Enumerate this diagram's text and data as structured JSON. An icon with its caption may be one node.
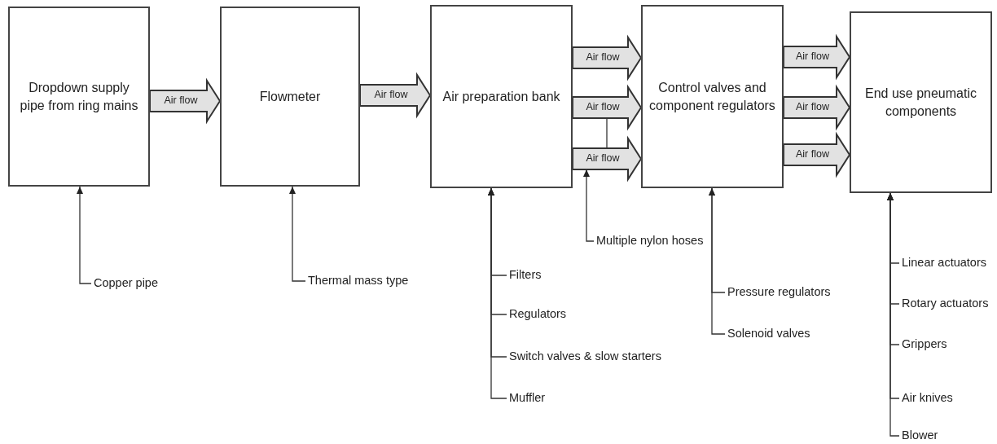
{
  "diagram": {
    "nodes": [
      {
        "text": [
          "Dropdown supply pipe from ring mains"
        ]
      },
      {
        "text": [
          "Flowmeter"
        ]
      },
      {
        "text": [
          "Air preparation bank"
        ]
      },
      {
        "text": [
          "Control valves and component regulators"
        ]
      },
      {
        "text": [
          "End use pneumatic components"
        ]
      },
      {
        "text": [
          "Copper pipe"
        ]
      },
      {
        "text": [
          "Thermal mass type"
        ]
      },
      {
        "text": [
          "Filters"
        ]
      },
      {
        "text": [
          "Regulators"
        ]
      },
      {
        "text": [
          "Switch valves & slow starters"
        ]
      },
      {
        "text": [
          "Muffler"
        ]
      },
      {
        "text": [
          "Multiple nylon hoses"
        ]
      },
      {
        "text": [
          "Pressure regulators"
        ]
      },
      {
        "text": [
          "Solenoid valves"
        ]
      },
      {
        "text": [
          "Linear actuators"
        ]
      },
      {
        "text": [
          "Rotary actuators"
        ]
      },
      {
        "text": [
          "Grippers"
        ]
      },
      {
        "text": [
          "Air knives"
        ]
      },
      {
        "text": [
          "Blower"
        ]
      }
    ],
    "edges": [
      {
        "from": 0,
        "to": 1,
        "arrow": "to",
        "label": "Air flow",
        "style": "thick"
      },
      {
        "from": 1,
        "to": 2,
        "arrow": "to",
        "label": "Air flow",
        "style": "thick"
      },
      {
        "from": 2,
        "to": 3,
        "arrow": "to",
        "label": "Air flow",
        "style": "thick"
      },
      {
        "from": 2,
        "to": 3,
        "arrow": "to",
        "label": "Air flow",
        "style": "thick"
      },
      {
        "from": 2,
        "to": 3,
        "arrow": "to",
        "label": "Air flow",
        "style": "thick"
      },
      {
        "from": 3,
        "to": 4,
        "arrow": "to",
        "label": "Air flow",
        "style": "thick"
      },
      {
        "from": 3,
        "to": 4,
        "arrow": "to",
        "label": "Air flow",
        "style": "thick"
      },
      {
        "from": 3,
        "to": 4,
        "arrow": "to",
        "label": "Air flow",
        "style": "thick"
      },
      {
        "from": 5,
        "to": 0,
        "arrow": "to"
      },
      {
        "from": 6,
        "to": 1,
        "arrow": "to"
      },
      {
        "from": 7,
        "to": 2,
        "arrow": "to"
      },
      {
        "from": 8,
        "to": 2,
        "arrow": "to"
      },
      {
        "from": 9,
        "to": 2,
        "arrow": "to"
      },
      {
        "from": 10,
        "to": 2,
        "arrow": "to"
      },
      {
        "from": 11,
        "to": 2,
        "arrow": "to"
      },
      {
        "from": 12,
        "to": 3,
        "arrow": "to"
      },
      {
        "from": 13,
        "to": 3,
        "arrow": "to"
      },
      {
        "from": 14,
        "to": 4,
        "arrow": "to"
      },
      {
        "from": 15,
        "to": 4,
        "arrow": "to"
      },
      {
        "from": 16,
        "to": 4,
        "arrow": "to"
      },
      {
        "from": 17,
        "to": 4,
        "arrow": "to"
      },
      {
        "from": 18,
        "to": 4,
        "arrow": "to"
      }
    ]
  }
}
